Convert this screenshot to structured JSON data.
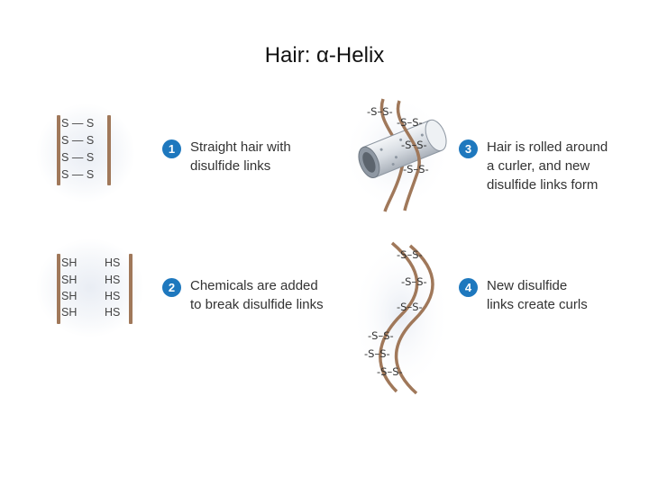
{
  "title": "Hair: α-Helix",
  "steps": [
    {
      "num": "1",
      "text": "Straight hair with\ndisulfide links"
    },
    {
      "num": "2",
      "text": "Chemicals are added\nto break disulfide links"
    },
    {
      "num": "3",
      "text": "Hair is rolled around\na curler, and new\ndisulfide links form"
    },
    {
      "num": "4",
      "text": "New disulfide\nlinks create curls"
    }
  ],
  "panel1": {
    "left": [
      "S",
      "S",
      "S",
      "S"
    ],
    "bond": "—",
    "right": [
      "S",
      "S",
      "S",
      "S"
    ]
  },
  "panel2": {
    "left": [
      "SH",
      "SH",
      "SH",
      "SH"
    ],
    "right": [
      "HS",
      "HS",
      "HS",
      "HS"
    ]
  },
  "curler_labels": [
    "-S–S-",
    "-S–S-",
    "-S–S-",
    "-S–S-"
  ],
  "curl_labels": [
    "-S–S-",
    "-S–S-",
    "-S–S-",
    "-S–S-",
    "-S–S-",
    "-S–S-"
  ],
  "colors": {
    "strand": "#a0785a",
    "badge": "#1e78be"
  }
}
